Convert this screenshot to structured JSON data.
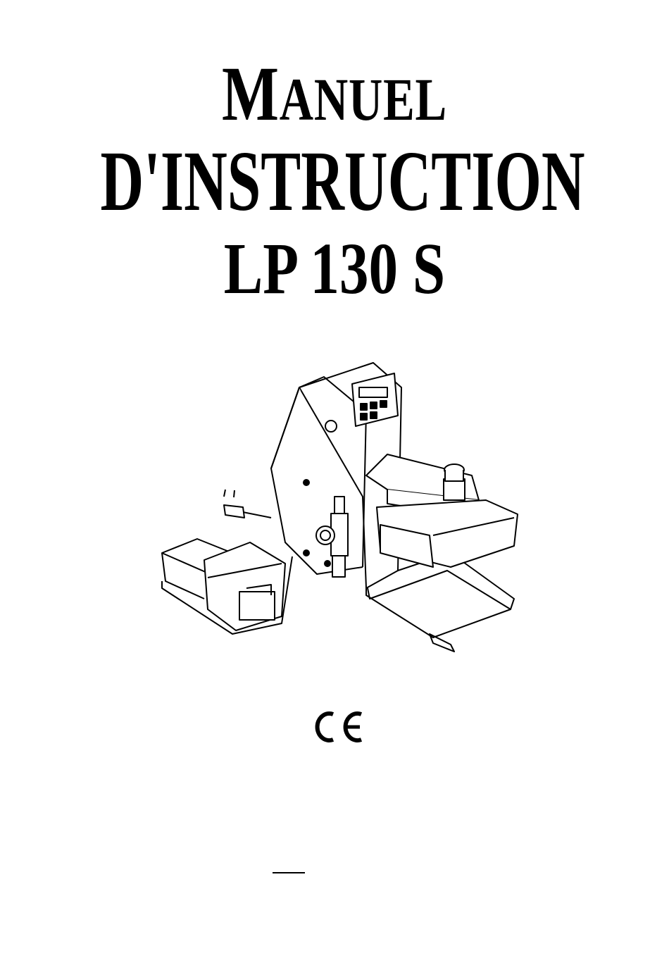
{
  "title": {
    "line1_initial": "M",
    "line1_rest": "ANUEL",
    "line2": "D'INSTRUCTION",
    "line3": "LP 130 S"
  },
  "logo": "CE",
  "illustration_icon": "welding-machine-icon"
}
